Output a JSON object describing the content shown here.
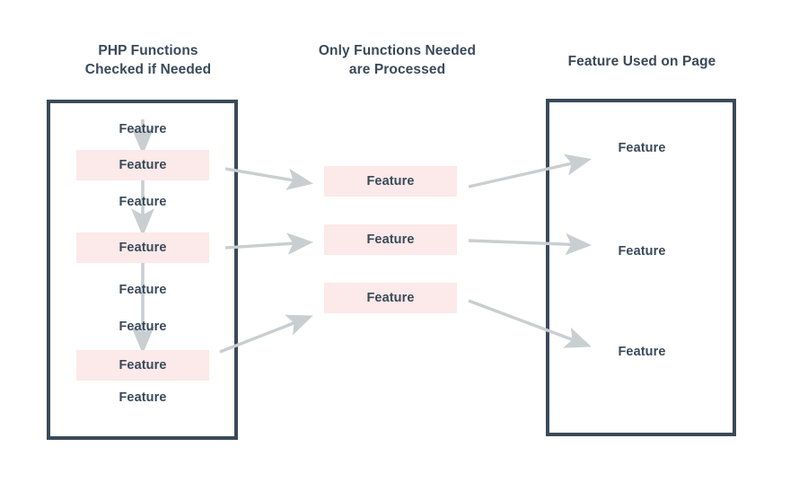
{
  "headings": {
    "left": "PHP Functions\nChecked if Needed",
    "middle": "Only Functions Needed\nare Processed",
    "right": "Feature Used on Page"
  },
  "colors": {
    "frame_border": "#3a4a59",
    "text": "#3a4a59",
    "highlight_fill": "#fce9e9",
    "arrow": "#c9ced1",
    "background": "#ffffff"
  },
  "columns": {
    "left": {
      "items": [
        {
          "label": "Feature",
          "highlighted": false
        },
        {
          "label": "Feature",
          "highlighted": true
        },
        {
          "label": "Feature",
          "highlighted": false
        },
        {
          "label": "Feature",
          "highlighted": true
        },
        {
          "label": "Feature",
          "highlighted": false
        },
        {
          "label": "Feature",
          "highlighted": false
        },
        {
          "label": "Feature",
          "highlighted": true
        },
        {
          "label": "Feature",
          "highlighted": false
        }
      ]
    },
    "middle": {
      "items": [
        {
          "label": "Feature",
          "highlighted": true
        },
        {
          "label": "Feature",
          "highlighted": true
        },
        {
          "label": "Feature",
          "highlighted": true
        }
      ]
    },
    "right": {
      "items": [
        {
          "label": "Feature",
          "highlighted": false
        },
        {
          "label": "Feature",
          "highlighted": false
        },
        {
          "label": "Feature",
          "highlighted": false
        }
      ]
    }
  }
}
